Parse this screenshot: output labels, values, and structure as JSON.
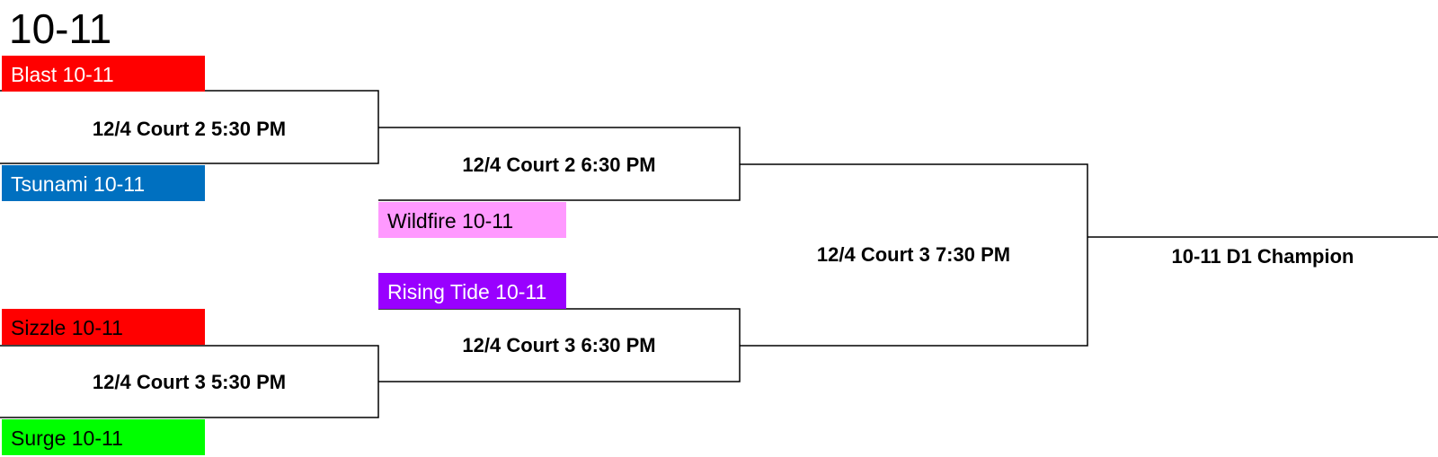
{
  "bracket": {
    "title": "10-11",
    "line_color": "#000000",
    "teams": [
      {
        "name": "Blast 10-11",
        "bg": "#ff0000",
        "fg": "#ffffff"
      },
      {
        "name": "Tsunami 10-11",
        "bg": "#0070c0",
        "fg": "#ffffff"
      },
      {
        "name": "Wildfire 10-11",
        "bg": "#ff99ff",
        "fg": "#000000"
      },
      {
        "name": "Rising Tide 10-11",
        "bg": "#9900ff",
        "fg": "#ffffff"
      },
      {
        "name": "Sizzle 10-11",
        "bg": "#ff0000",
        "fg": "#000000"
      },
      {
        "name": "Surge 10-11",
        "bg": "#00ff00",
        "fg": "#000000"
      }
    ],
    "games": {
      "round1_top": "12/4 Court 2 5:30 PM",
      "round1_bottom": "12/4 Court 3 5:30 PM",
      "semi_top": "12/4 Court 2 6:30 PM",
      "semi_bottom": "12/4 Court 3 6:30 PM",
      "final": "12/4 Court 3 7:30 PM",
      "champion": "10-11 D1 Champion"
    }
  }
}
